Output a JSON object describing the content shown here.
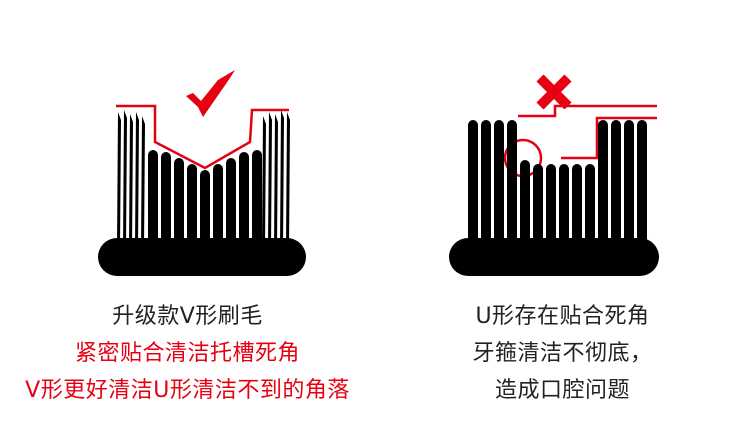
{
  "colors": {
    "accent_red": "#e60012",
    "ink": "#000000",
    "text_dark": "#222222"
  },
  "icons": {
    "good": "check-mark-icon",
    "bad": "x-mark-icon"
  },
  "left_panel": {
    "line1": "升级款V形刷毛",
    "line2": "紧密贴合清洁托槽死角",
    "line3": "V形更好清洁U形清洁不到的角落"
  },
  "right_panel": {
    "line1": "U形存在贴合死角",
    "line2": "牙箍清洁不彻底，",
    "line3": "造成口腔问题"
  }
}
